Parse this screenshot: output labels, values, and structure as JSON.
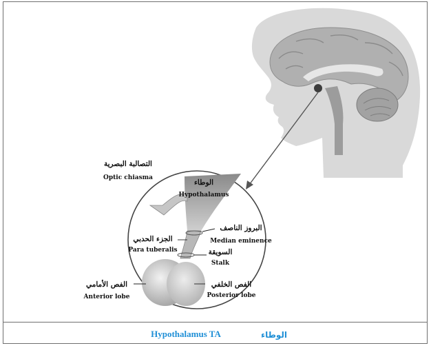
{
  "labels": {
    "optic_chiasma_ar": "التصالبة البصرية",
    "optic_chiasma_en": "Optic chiasma",
    "hypothalamus_ar": "الوطاء",
    "hypothalamus_en": "Hypothalamus",
    "median_eminence_ar": "البروز الناصف",
    "median_eminence_en": "Median eminence",
    "para_tuberalis_ar": "الجزء الحدبي",
    "para_tuberalis_en": "Para tuberalis",
    "stalk_ar": "السويقة",
    "stalk_en": "Stalk",
    "anterior_lobe_ar": "الفص الأمامي",
    "anterior_lobe_en": "Anterior lobe",
    "posterior_lobe_ar": "الفص الخلفي",
    "posterior_lobe_en": "Posterior lobe"
  },
  "footer": {
    "title_en": "Hypothalamus TA",
    "title_ar": "الوطاء"
  },
  "colors": {
    "head": "#d9d9d9",
    "brain": "#b3b3b3",
    "circle_outline": "#444444",
    "footer_text": "#1f8fd6"
  }
}
